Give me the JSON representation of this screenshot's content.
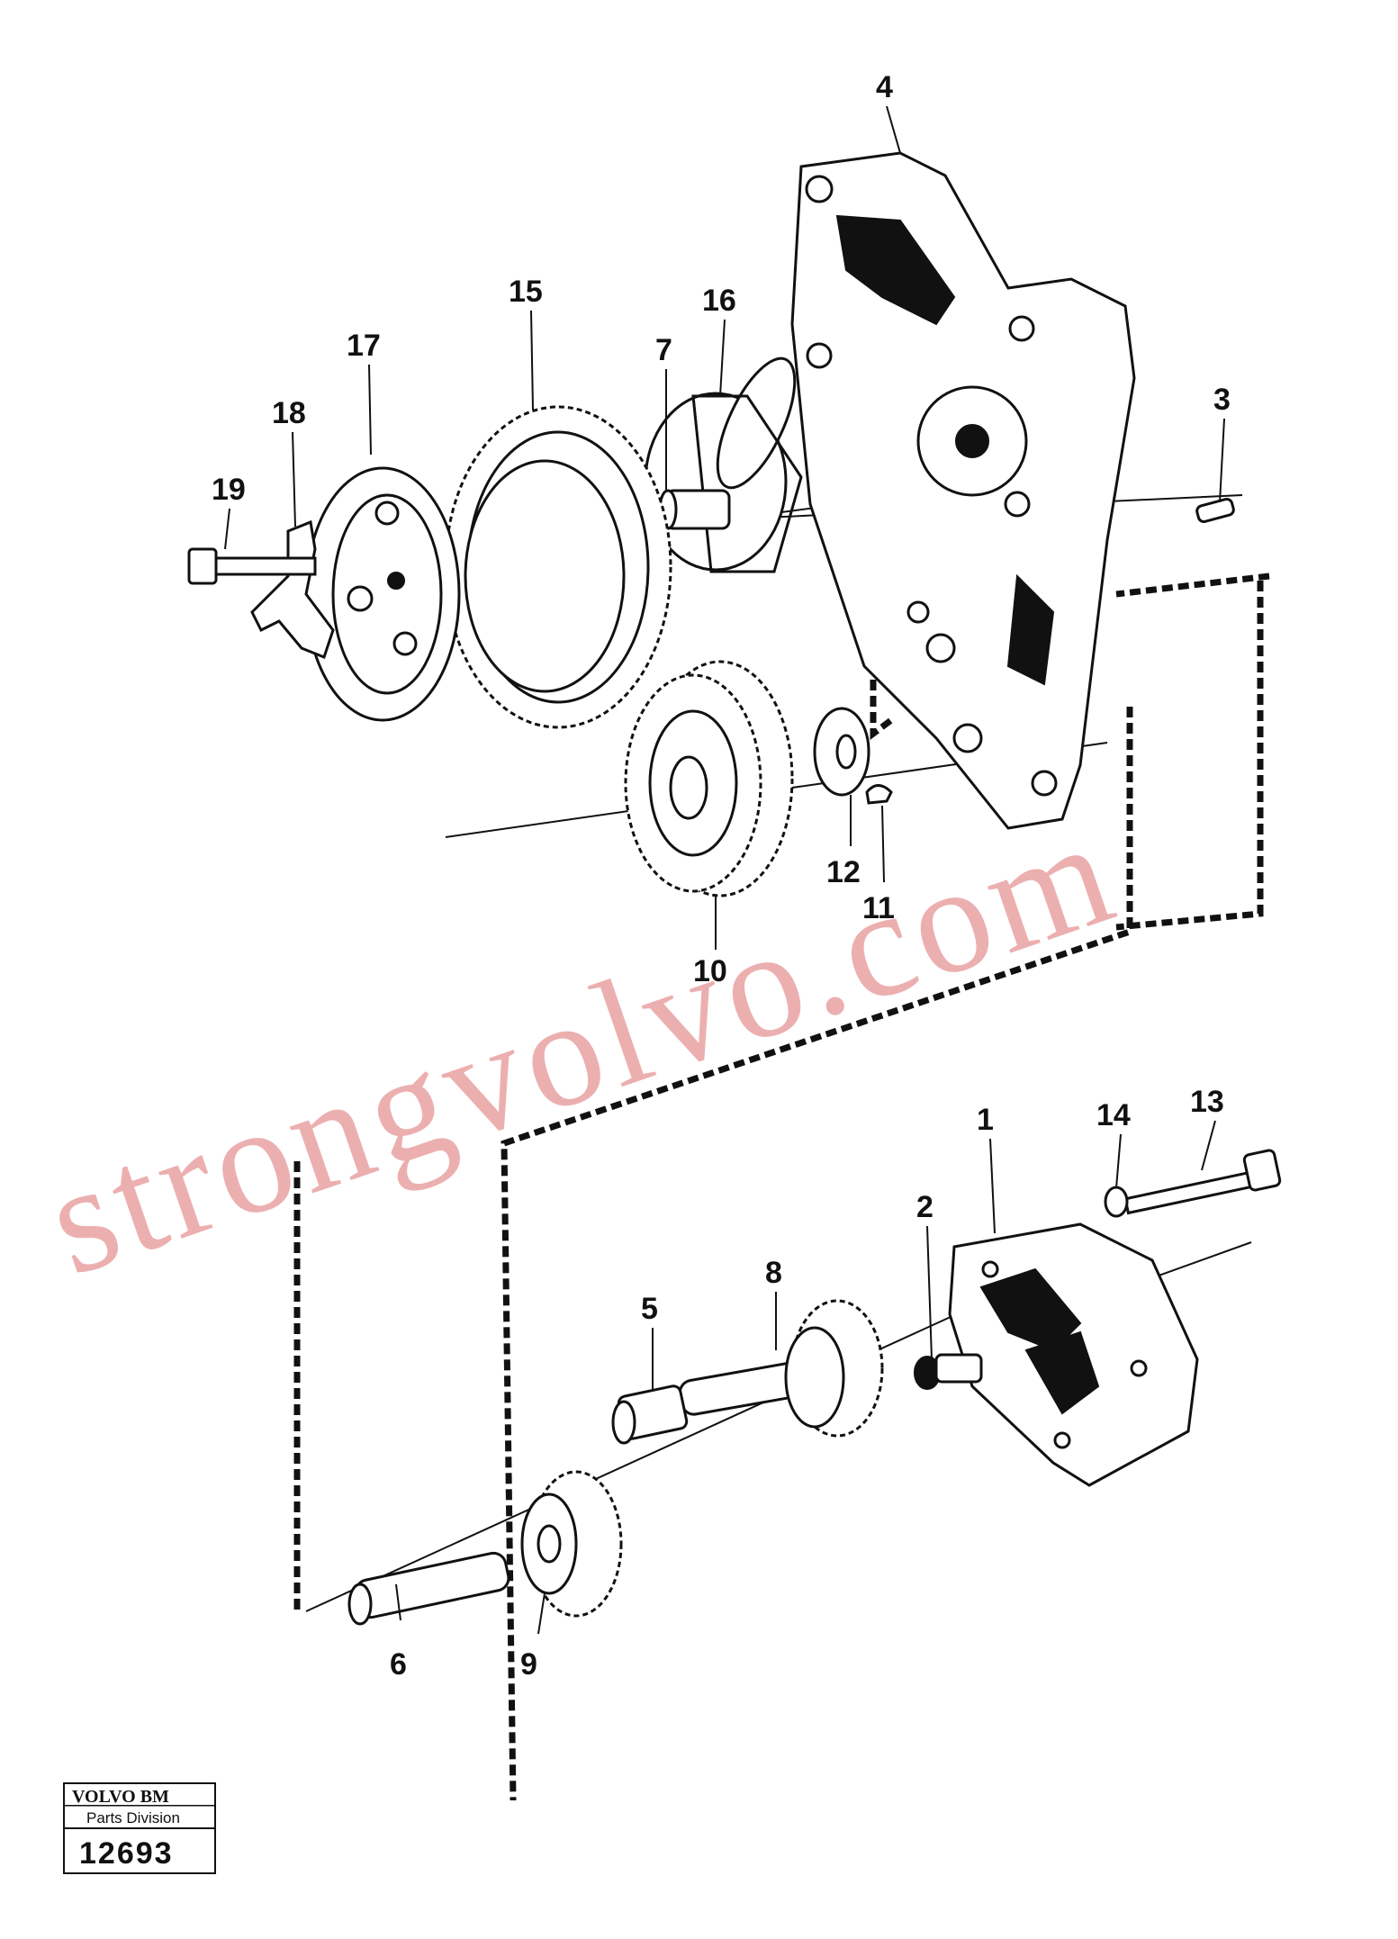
{
  "callouts": [
    "1",
    "2",
    "3",
    "4",
    "5",
    "6",
    "7",
    "8",
    "9",
    "10",
    "11",
    "12",
    "13",
    "14",
    "15",
    "16",
    "17",
    "18",
    "19"
  ],
  "watermark": "strongvolvo.com",
  "stamp": {
    "brand": "VOLVO BM",
    "division": "Parts Division",
    "number": "12693"
  }
}
